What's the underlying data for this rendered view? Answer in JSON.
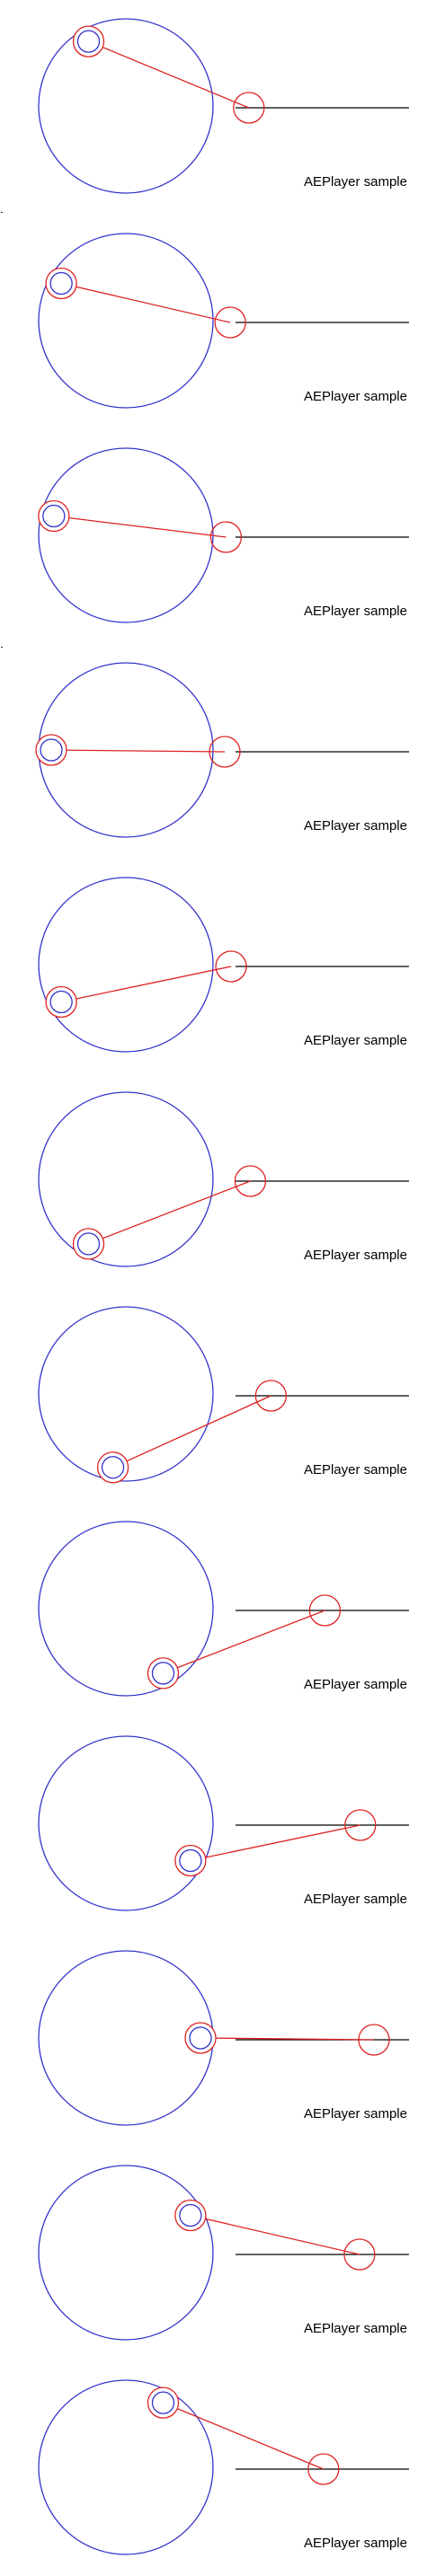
{
  "caption": "AEPlayer sample",
  "colors": {
    "wheel": "#3333cc",
    "inner_ring": "#3333cc",
    "link": "#dd2222",
    "joint": "#dd2222",
    "rail": "#000000"
  },
  "crank_angles_deg": [
    -120,
    -150,
    -165,
    180,
    150,
    120,
    100,
    60,
    30,
    0,
    -30,
    -60
  ]
}
